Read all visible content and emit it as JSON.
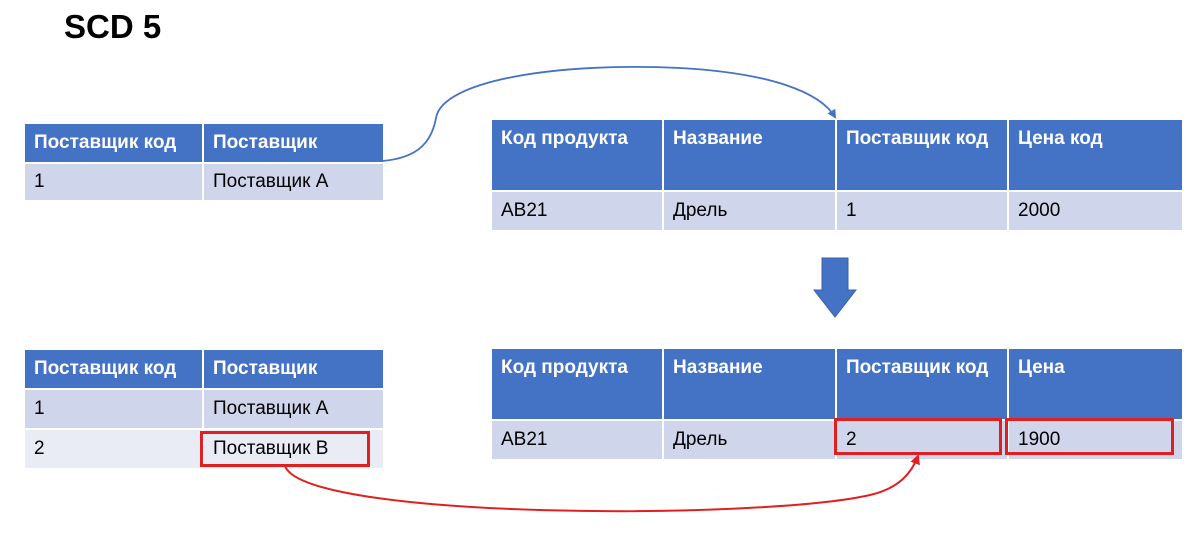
{
  "title": "SCD 5",
  "supplier_table_before": {
    "headers": [
      "Поставщик код",
      "Поставщик"
    ],
    "rows": [
      [
        "1",
        "Поставщик А"
      ]
    ]
  },
  "product_table_before": {
    "headers": [
      "Код продукта",
      "Название",
      "Поставщик код",
      "Цена код"
    ],
    "rows": [
      [
        "AB21",
        "Дрель",
        "1",
        "2000"
      ]
    ]
  },
  "supplier_table_after": {
    "headers": [
      "Поставщик код",
      "Поставщик"
    ],
    "rows": [
      [
        "1",
        "Поставщик А"
      ],
      [
        "2",
        "Поставщик В"
      ]
    ]
  },
  "product_table_after": {
    "headers": [
      "Код продукта",
      "Название",
      "Поставщик код",
      "Цена"
    ],
    "rows": [
      [
        "AB21",
        "Дрель",
        "2",
        "1900"
      ]
    ]
  },
  "colors": {
    "header_bg": "#4472c4",
    "row_dark": "#cfd5ea",
    "row_light": "#e9ebf5",
    "highlight": "#e02020",
    "link_arrow": "#4472c4"
  }
}
